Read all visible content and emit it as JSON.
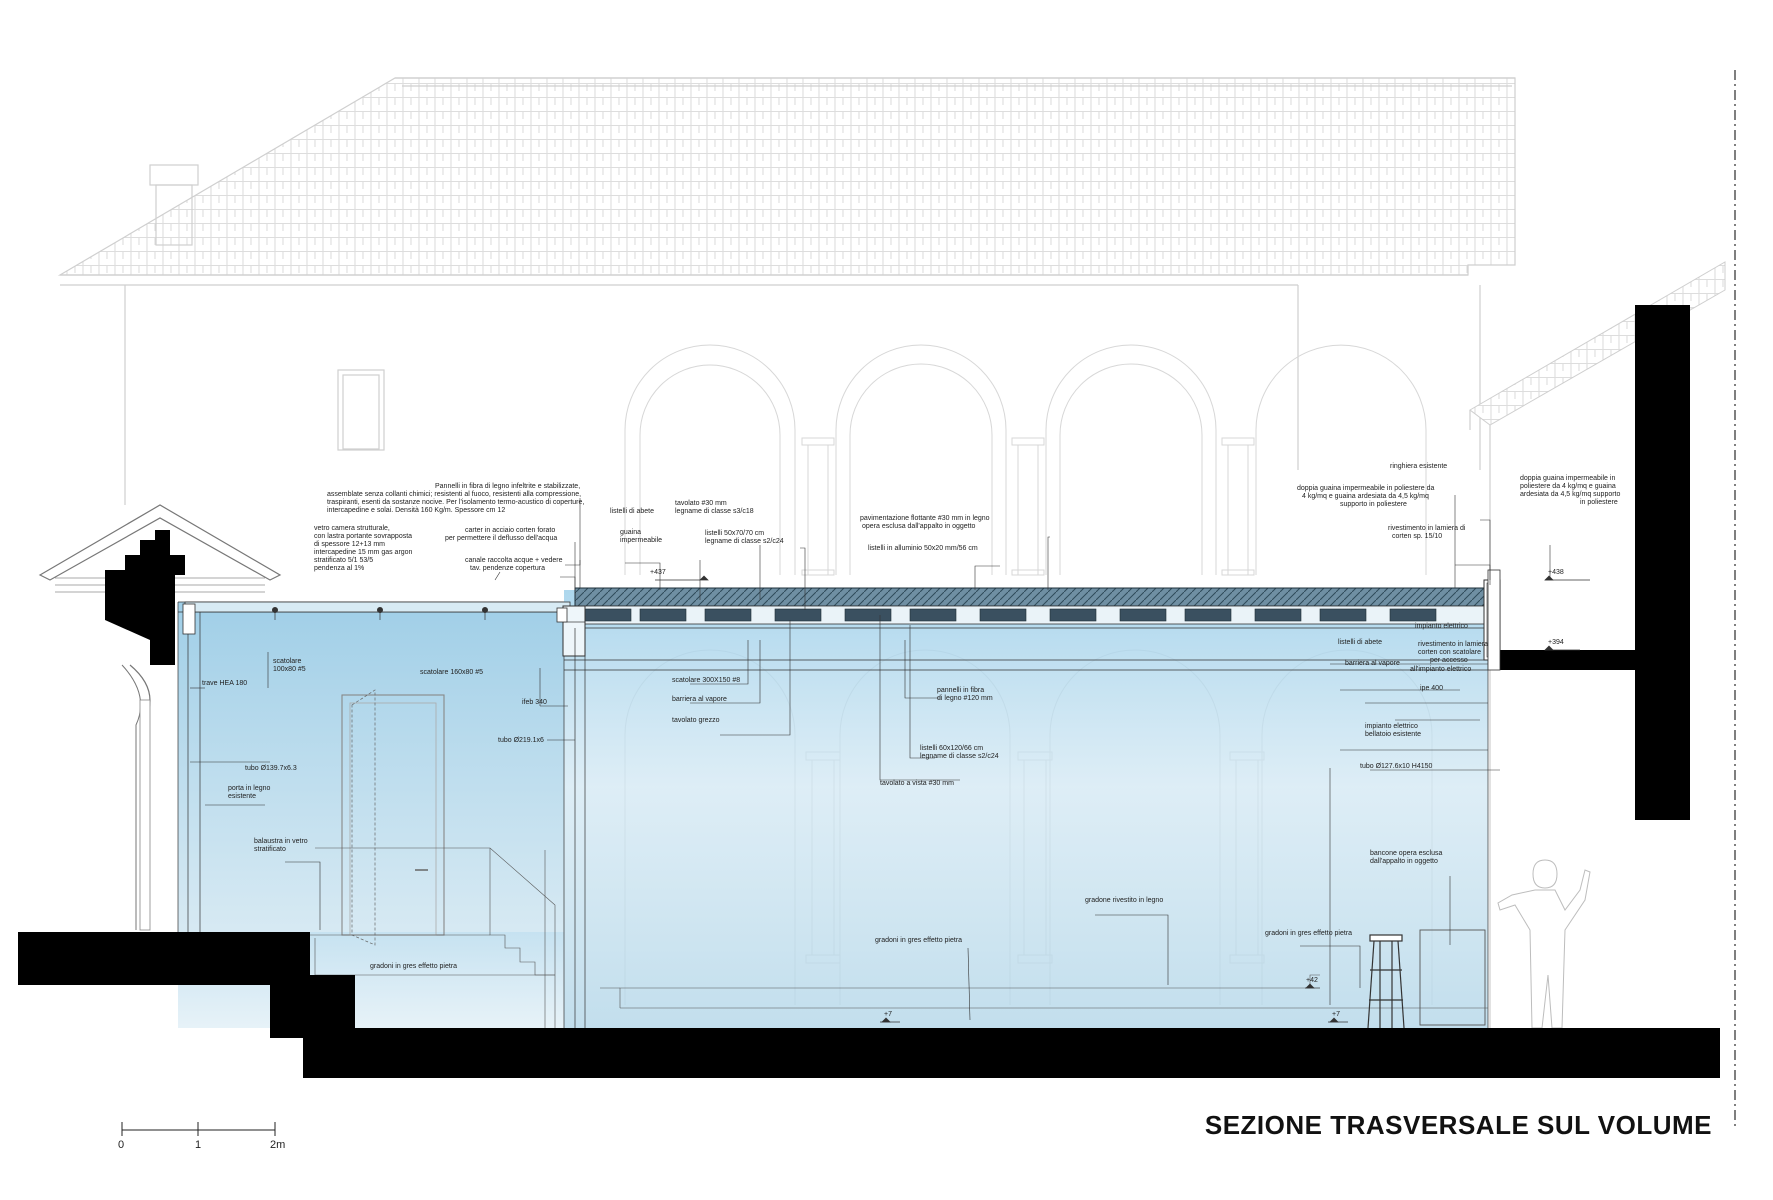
{
  "title": "SEZIONE TRASVERSALE SUL VOLUME",
  "scale_bar": {
    "ticks": [
      "0",
      "1",
      "2m"
    ]
  },
  "levels": [
    "+437",
    "+438",
    "+394",
    "+42",
    "+7",
    "+7"
  ],
  "annotations": [
    "Pannelli in fibra di legno infeltrite e stabilizzate,",
    "assemblate senza collanti chimici; resistenti al fuoco, resistenti alla compressione,",
    "traspiranti, esenti da sostanze nocive. Per l'isolamento termo-acustico di coperture,",
    "intercapedine e solai. Densità 160 Kg/m. Spessore cm 12",
    "vetro camera strutturale,",
    "con lastra portante sovrapposta",
    "di spessore 12+13 mm",
    "intercapedine 15 mm gas argon",
    "stratificato 5/1 53/5",
    "pendenza al 1%",
    "carter in acciaio corten forato",
    "per permettere il deflusso dell'acqua",
    "canale raccolta acque + vedere",
    "tav. pendenze copertura",
    "listelli di abete",
    "guaina",
    "impermeabile",
    "tavolato #30 mm",
    "legname di classe s3/c18",
    "listelli 50x70/70 cm",
    "legname di classe s2/c24",
    "pavimentazione flottante #30 mm in legno",
    "opera esclusa dall'appalto in oggetto",
    "listelli in alluminio 50x20 mm/56 cm",
    "ringhiera esistente",
    "doppia guaina impermeabile in poliestere da",
    "4 kg/mq e guaina ardesiata da 4,5 kg/mq",
    "supporto in poliestere",
    "doppia guaina impermeabile in",
    "poliestere da 4 kg/mq e guaina",
    "ardesiata da 4,5 kg/mq supporto",
    "in poliestere",
    "rivestimento in lamiera di",
    "corten sp. 15/10",
    "impianto elettrico",
    "listelli di abete",
    "rivestimento in lamiera",
    "corten con scatolare",
    "per accesso",
    "all'impianto elettrico",
    "barriera al vapore",
    "ipe 400",
    "scatolare",
    "100x80 #5",
    "scatolare 160x80 #5",
    "trave HEA 180",
    "scatolare 300X150 #8",
    "barriera al vapore",
    "tavolato grezzo",
    "pannelli in fibra",
    "di legno #120 mm",
    "listelli 60x120/66 cm",
    "legname di classe s2/c24",
    "tavolato a vista #30 mm",
    "ifeb 340",
    "tubo Ø219.1x6",
    "tubo Ø139.7x6.3",
    "porta in legno",
    "esistente",
    "balaustra in vetro",
    "stratificato",
    "impianto elettrico",
    "bellatoio esistente",
    "tubo Ø127.6x10 H4150",
    "bancone opera esclusa",
    "dall'appalto in oggetto",
    "gradone rivestito in legno",
    "gradoni in gres effetto pietra",
    "gradoni in gres effetto pietra",
    "gradoni in gres effetto pietra"
  ]
}
